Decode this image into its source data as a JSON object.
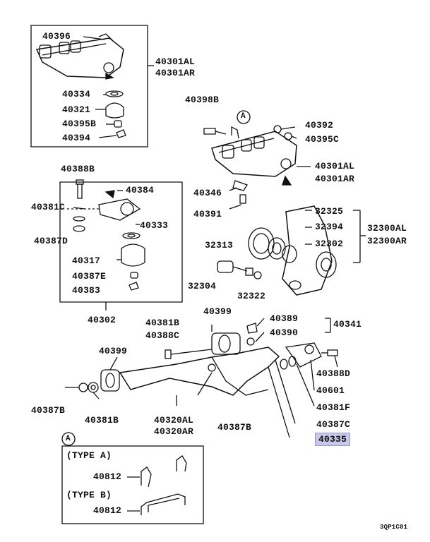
{
  "labels": {
    "l40396": "40396",
    "l40301AL_a": "40301AL",
    "l40301AR_a": "40301AR",
    "l40334": "40334",
    "l40321": "40321",
    "l40395B": "40395B",
    "l40394": "40394",
    "l40398B": "40398B",
    "callout_a": "A",
    "l40392": "40392",
    "l40395C": "40395C",
    "l40301AL_b": "40301AL",
    "l40301AR_b": "40301AR",
    "l40346": "40346",
    "l40391": "40391",
    "l40388B": "40388B",
    "l40384": "40384",
    "l40381C": "40381C",
    "l40387D": "40387D",
    "l40333": "40333",
    "l40317": "40317",
    "l40387E": "40387E",
    "l40383": "40383",
    "l40302": "40302",
    "l32325": "32325",
    "l32394": "32394",
    "l32302": "32302",
    "l32300AL": "32300AL",
    "l32300AR": "32300AR",
    "l32313": "32313",
    "l32304": "32304",
    "l32322": "32322",
    "l40399_a": "40399",
    "l40381B_a": "40381B",
    "l40388C": "40388C",
    "l40389": "40389",
    "l40390": "40390",
    "l40341": "40341",
    "l40399_b": "40399",
    "l40388D": "40388D",
    "l40601": "40601",
    "l40381F": "40381F",
    "l40387C": "40387C",
    "l40335": "40335",
    "l40387B_a": "40387B",
    "l40381B_b": "40381B",
    "l40320AL": "40320AL",
    "l40320AR": "40320AR",
    "l40387B_b": "40387B",
    "inset_a": "A",
    "type_a": "(TYPE A)",
    "l40812_a": "40812",
    "type_b": "(TYPE B)",
    "l40812_b": "40812",
    "diagram_code": "3QP1C01"
  },
  "highlight": {
    "part": "40335",
    "color": "#c7c7ea"
  }
}
